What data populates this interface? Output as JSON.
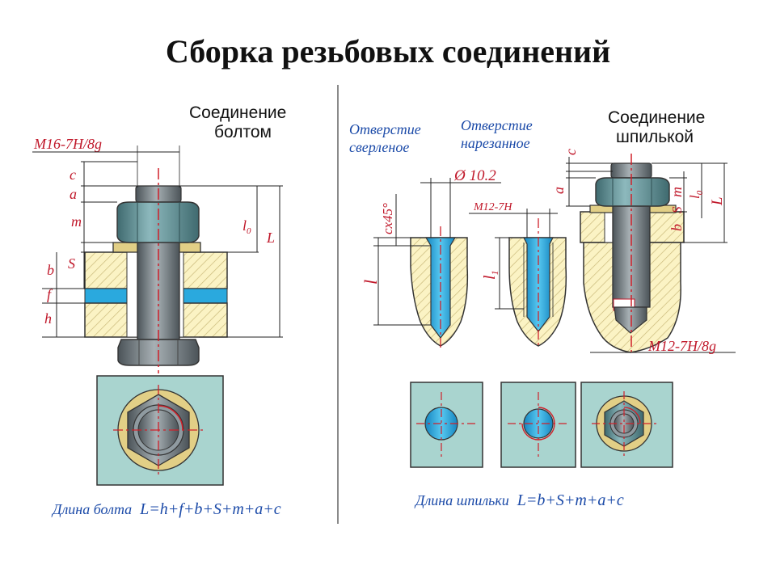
{
  "title": "Сборка резьбовых соединений",
  "bolt": {
    "heading_line1": "Соединение",
    "heading_line2": "болтом",
    "thread_callout": "M16-7H/8g",
    "dims": {
      "c": "c",
      "a": "a",
      "m": "m",
      "S": "S",
      "b": "b",
      "f": "f",
      "h": "h",
      "l0": "l",
      "l0_sub": "0",
      "L": "L"
    },
    "formula_label": "Длина болта",
    "formula": "L=h+f+b+S+m+a+c"
  },
  "holes": {
    "drilled_line1": "Отверстие",
    "drilled_line2": "сверленое",
    "tapped_line1": "Отверстие",
    "tapped_line2": "нарезанное",
    "diameter": "Ø 10.2",
    "chamfer": "cx45°",
    "l": "l",
    "tapped_thread": "M12-7H",
    "l1": "l",
    "l1_sub": "1"
  },
  "stud": {
    "heading_line1": "Соединение",
    "heading_line2": "шпилькой",
    "thread_callout": "M12-7H/8g",
    "dims": {
      "c": "c",
      "a": "a",
      "m": "m",
      "S": "S",
      "b": "b",
      "l0": "l",
      "l0_sub": "0",
      "L": "L"
    },
    "formula_label": "Длина шпильки",
    "formula": "L=b+S+m+a+c"
  },
  "colors": {
    "plate": "#fbf3c4",
    "hatch": "#c9b97a",
    "blue": "#2aa9de",
    "teal_bg": "#a9d4cf",
    "steel": "#6f7a80",
    "nut": "#5f8a8f",
    "washer": "#e2cf86",
    "center_line": "#d0202a"
  }
}
